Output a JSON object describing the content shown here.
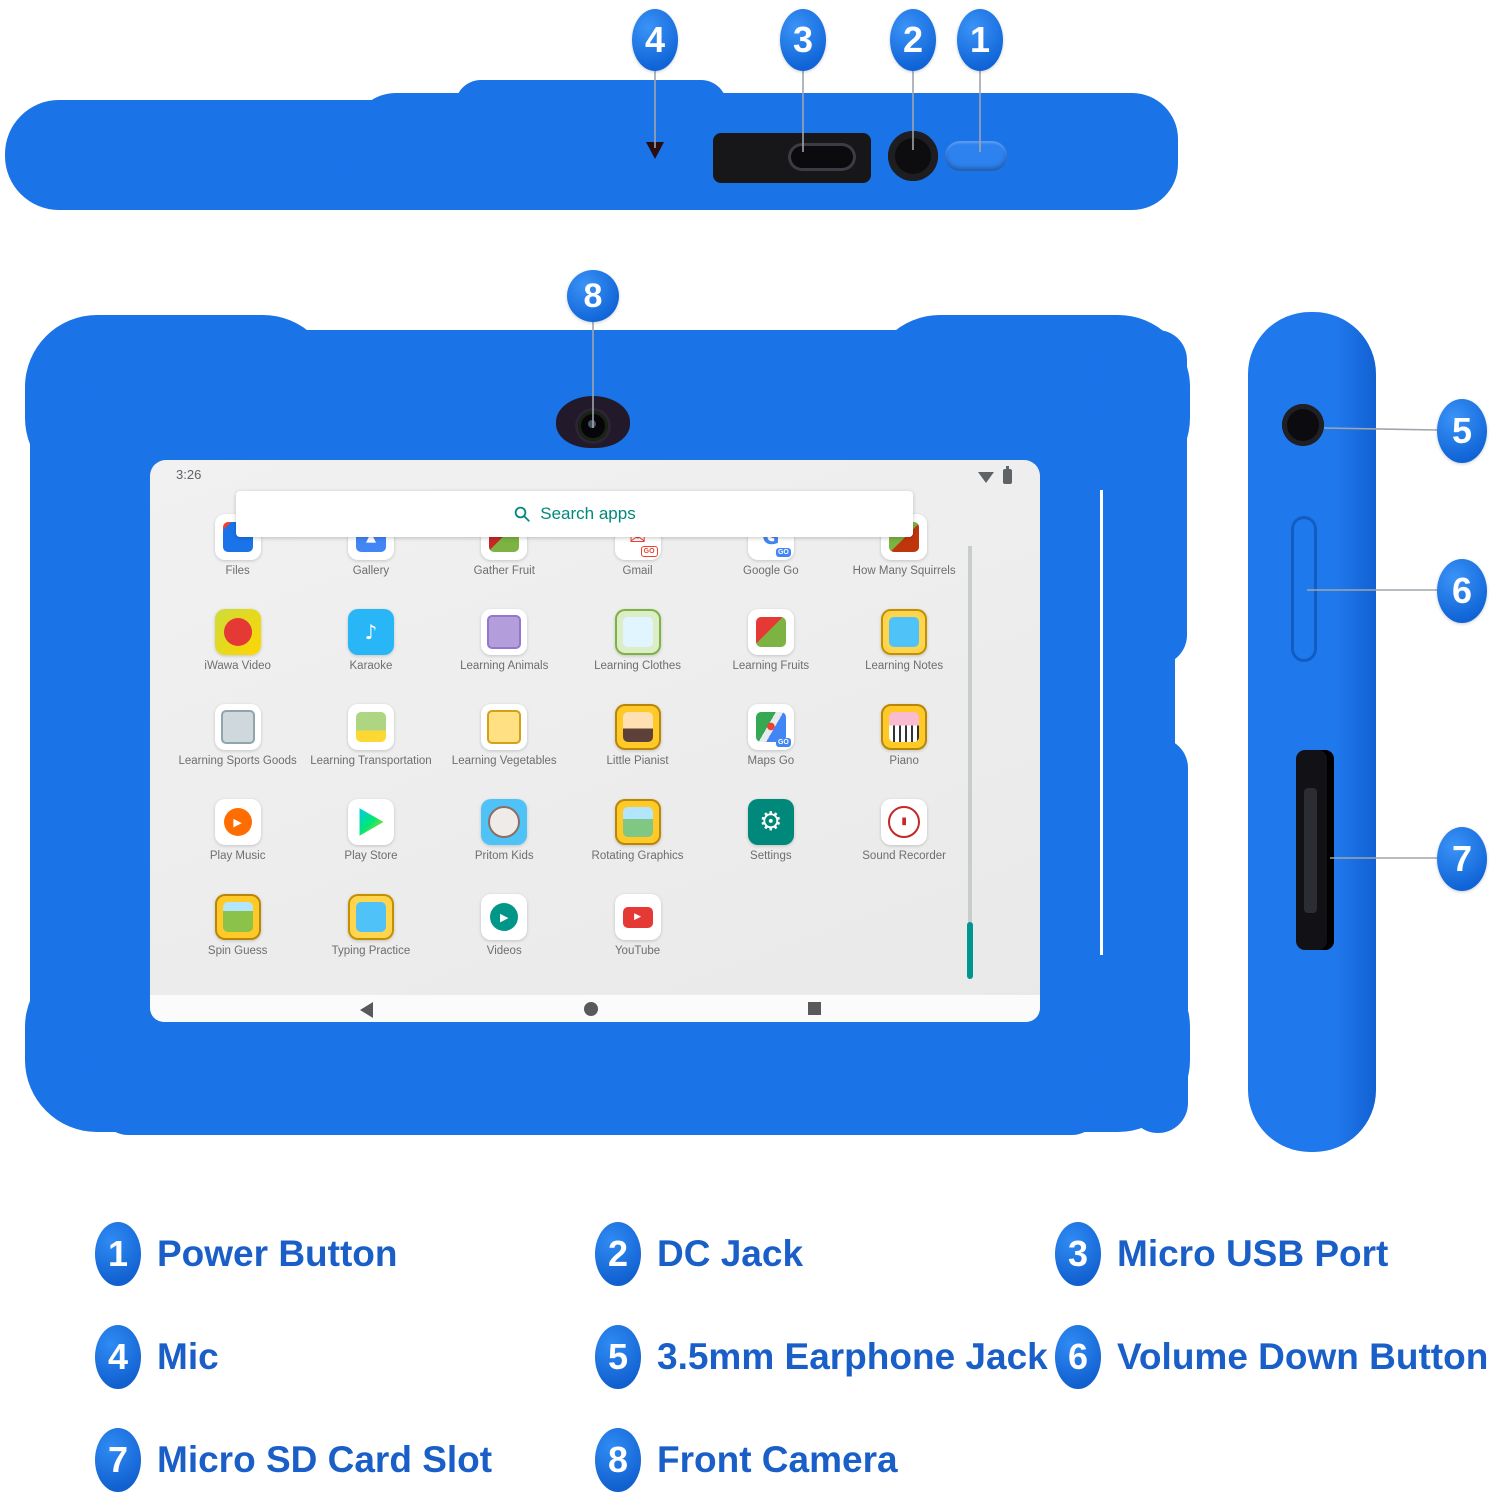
{
  "colors": {
    "case_blue": "#1b73e8",
    "badge_blue": "#1e7ce8",
    "legend_text_blue": "#1a5fc8",
    "screen_background": "#ededed",
    "search_teal": "#00897b",
    "scrollbar_teal": "#00968f"
  },
  "callouts": {
    "c1": "1",
    "c2": "2",
    "c3": "3",
    "c4": "4",
    "c5": "5",
    "c6": "6",
    "c7": "7",
    "c8": "8"
  },
  "screen": {
    "status": {
      "time": "3:26",
      "icons": [
        "wifi-icon",
        "battery-icon"
      ]
    },
    "search": {
      "placeholder": "Search apps",
      "icon": "search-icon"
    },
    "nav": {
      "icons": [
        "back",
        "home",
        "recents"
      ]
    },
    "apps": [
      {
        "label": "Files",
        "card": "#ffffff",
        "inner": "linear-gradient(135deg,#ea4335 14%,#1a73e8 14%)",
        "shape": "rect"
      },
      {
        "label": "Gallery",
        "card": "#ffffff",
        "inner": "#4285f4",
        "shape": "rect",
        "glyph": "▲",
        "glyphColor": "#ffffff",
        "glyphSize": 13
      },
      {
        "label": "Gather Fruit",
        "card": "#ffffff",
        "inner": "linear-gradient(135deg,#c62828 48%,#7cb342 48%)",
        "shape": "rect"
      },
      {
        "label": "Gmail",
        "card": "#ffffff",
        "glyph": "✉",
        "glyphColor": "#ea4335",
        "glyphSize": 20,
        "badge": "GO",
        "badgeStyle": "red"
      },
      {
        "label": "Google Go",
        "card": "#ffffff",
        "glyph": "G",
        "glyphColor": "#4285f4",
        "glyphSize": 21,
        "glyphWeight": "bold",
        "badge": "GO",
        "badgeStyle": "blue"
      },
      {
        "label": "How Many Squirrels",
        "card": "#ffffff",
        "inner": "linear-gradient(135deg,#7cb342 52%,#bf360c 52%)",
        "shape": "rect"
      },
      {
        "label": "iWawa Video",
        "card": "linear-gradient(135deg,#cddc39,#ffd600)",
        "inner": "#e53935",
        "shape": "circle"
      },
      {
        "label": "Karaoke",
        "card": "#29b6f6",
        "glyph": "♪",
        "glyphColor": "#ffffff",
        "glyphSize": 20
      },
      {
        "label": "Learning Animals",
        "card": "#ffffff",
        "inner": "#b39ddb",
        "shape": "rect",
        "innerBorder": "#9575cd"
      },
      {
        "label": "Learning Clothes",
        "card": "#dcedc8",
        "border": "#7cb342",
        "inner": "#e1f5fe",
        "shape": "rect"
      },
      {
        "label": "Learning Fruits",
        "card": "#ffffff",
        "inner": "linear-gradient(135deg,#e53935 45%,#7cb342 45%)",
        "shape": "rect"
      },
      {
        "label": "Learning Notes",
        "card": "#ffd54f",
        "border": "#c49000",
        "inner": "#4fc3f7",
        "shape": "rect"
      },
      {
        "label": "Learning Sports Goods",
        "card": "#ffffff",
        "inner": "#cfd8dc",
        "shape": "rect",
        "innerBorder": "#90a4ae"
      },
      {
        "label": "Learning Transportation",
        "card": "#ffffff",
        "inner": "linear-gradient(180deg,#aed581 62%,#fdd835 62%)",
        "shape": "rect"
      },
      {
        "label": "Learning Vegetables",
        "card": "#ffffff",
        "inner": "#ffe082",
        "shape": "rect",
        "innerBorder": "#d4a017"
      },
      {
        "label": "Little Pianist",
        "card": "#ffca28",
        "border": "#b8860b",
        "inner": "linear-gradient(180deg,#ffe0b2 55%,#5d4037 55%)",
        "shape": "rect"
      },
      {
        "label": "Maps Go",
        "card": "#ffffff",
        "inner": "linear-gradient(120deg,#34a853 42%,#e8eaed 42% 58%,#4285f4 58%)",
        "shape": "rect",
        "glyph": "●",
        "glyphColor": "#ea4335",
        "glyphSize": 10,
        "badge": "GO",
        "badgeStyle": "blue"
      },
      {
        "label": "Piano",
        "card": "#ffca28",
        "border": "#b8860b",
        "inner": "linear-gradient(180deg,#f8bbd0 45%,rgba(0,0,0,0) 45%),repeating-linear-gradient(90deg,#ffffff 0 4px,#333333 4px 6px)",
        "shape": "rect"
      },
      {
        "label": "Play Music",
        "card": "#ffffff",
        "inner": "#ff6d00",
        "shape": "circle",
        "glyph": "▶",
        "glyphColor": "#ffffff",
        "glyphSize": 11
      },
      {
        "label": "Play Store",
        "card": "#ffffff",
        "inner": "linear-gradient(135deg,#00c3ff,#00e676 50%,#ffd600)",
        "shape": "rect",
        "clip": "polygon(12% 4%, 12% 96%, 92% 50%)"
      },
      {
        "label": "Pritom Kids",
        "card": "#4fc3f7",
        "inner": "#efebe9",
        "shape": "circle",
        "innerBorder": "#8d6e63"
      },
      {
        "label": "Rotating Graphics",
        "card": "#ffca28",
        "border": "#b8860b",
        "inner": "linear-gradient(180deg,#b3e5fc 40%,#81c784 40%)",
        "shape": "rect"
      },
      {
        "label": "Settings",
        "card": "#00897b",
        "glyph": "⚙",
        "glyphColor": "#ffffff",
        "glyphSize": 26
      },
      {
        "label": "Sound Recorder",
        "card": "#ffffff",
        "inner": "#ffffff",
        "shape": "circle",
        "innerBorder": "#c62828",
        "glyph": "▮",
        "glyphColor": "#c62828",
        "glyphSize": 10
      },
      {
        "label": "Spin Guess",
        "card": "#ffca28",
        "border": "#b8860b",
        "inner": "linear-gradient(180deg,#b3e5fc 30%,#8bc34a 30%)",
        "shape": "rect"
      },
      {
        "label": "Typing Practice",
        "card": "#ffd54f",
        "border": "#c49000",
        "inner": "#4fc3f7",
        "shape": "rect"
      },
      {
        "label": "Videos",
        "card": "#ffffff",
        "inner": "#009688",
        "shape": "circle",
        "glyph": "▶",
        "glyphColor": "#ffffff",
        "glyphSize": 11
      },
      {
        "label": "YouTube",
        "card": "#ffffff",
        "inner": "#e53935",
        "shape": "rect",
        "innerW": 30,
        "innerH": 21,
        "glyph": "▶",
        "glyphColor": "#ffffff",
        "glyphSize": 9
      }
    ]
  },
  "legend": {
    "items": [
      {
        "num": "1",
        "label": "Power Button"
      },
      {
        "num": "2",
        "label": "DC Jack"
      },
      {
        "num": "3",
        "label": "Micro USB Port"
      },
      {
        "num": "4",
        "label": "Mic"
      },
      {
        "num": "5",
        "label": "3.5mm Earphone Jack"
      },
      {
        "num": "6",
        "label": "Volume Down Button"
      },
      {
        "num": "7",
        "label": "Micro SD Card Slot"
      },
      {
        "num": "8",
        "label": "Front Camera"
      }
    ]
  }
}
